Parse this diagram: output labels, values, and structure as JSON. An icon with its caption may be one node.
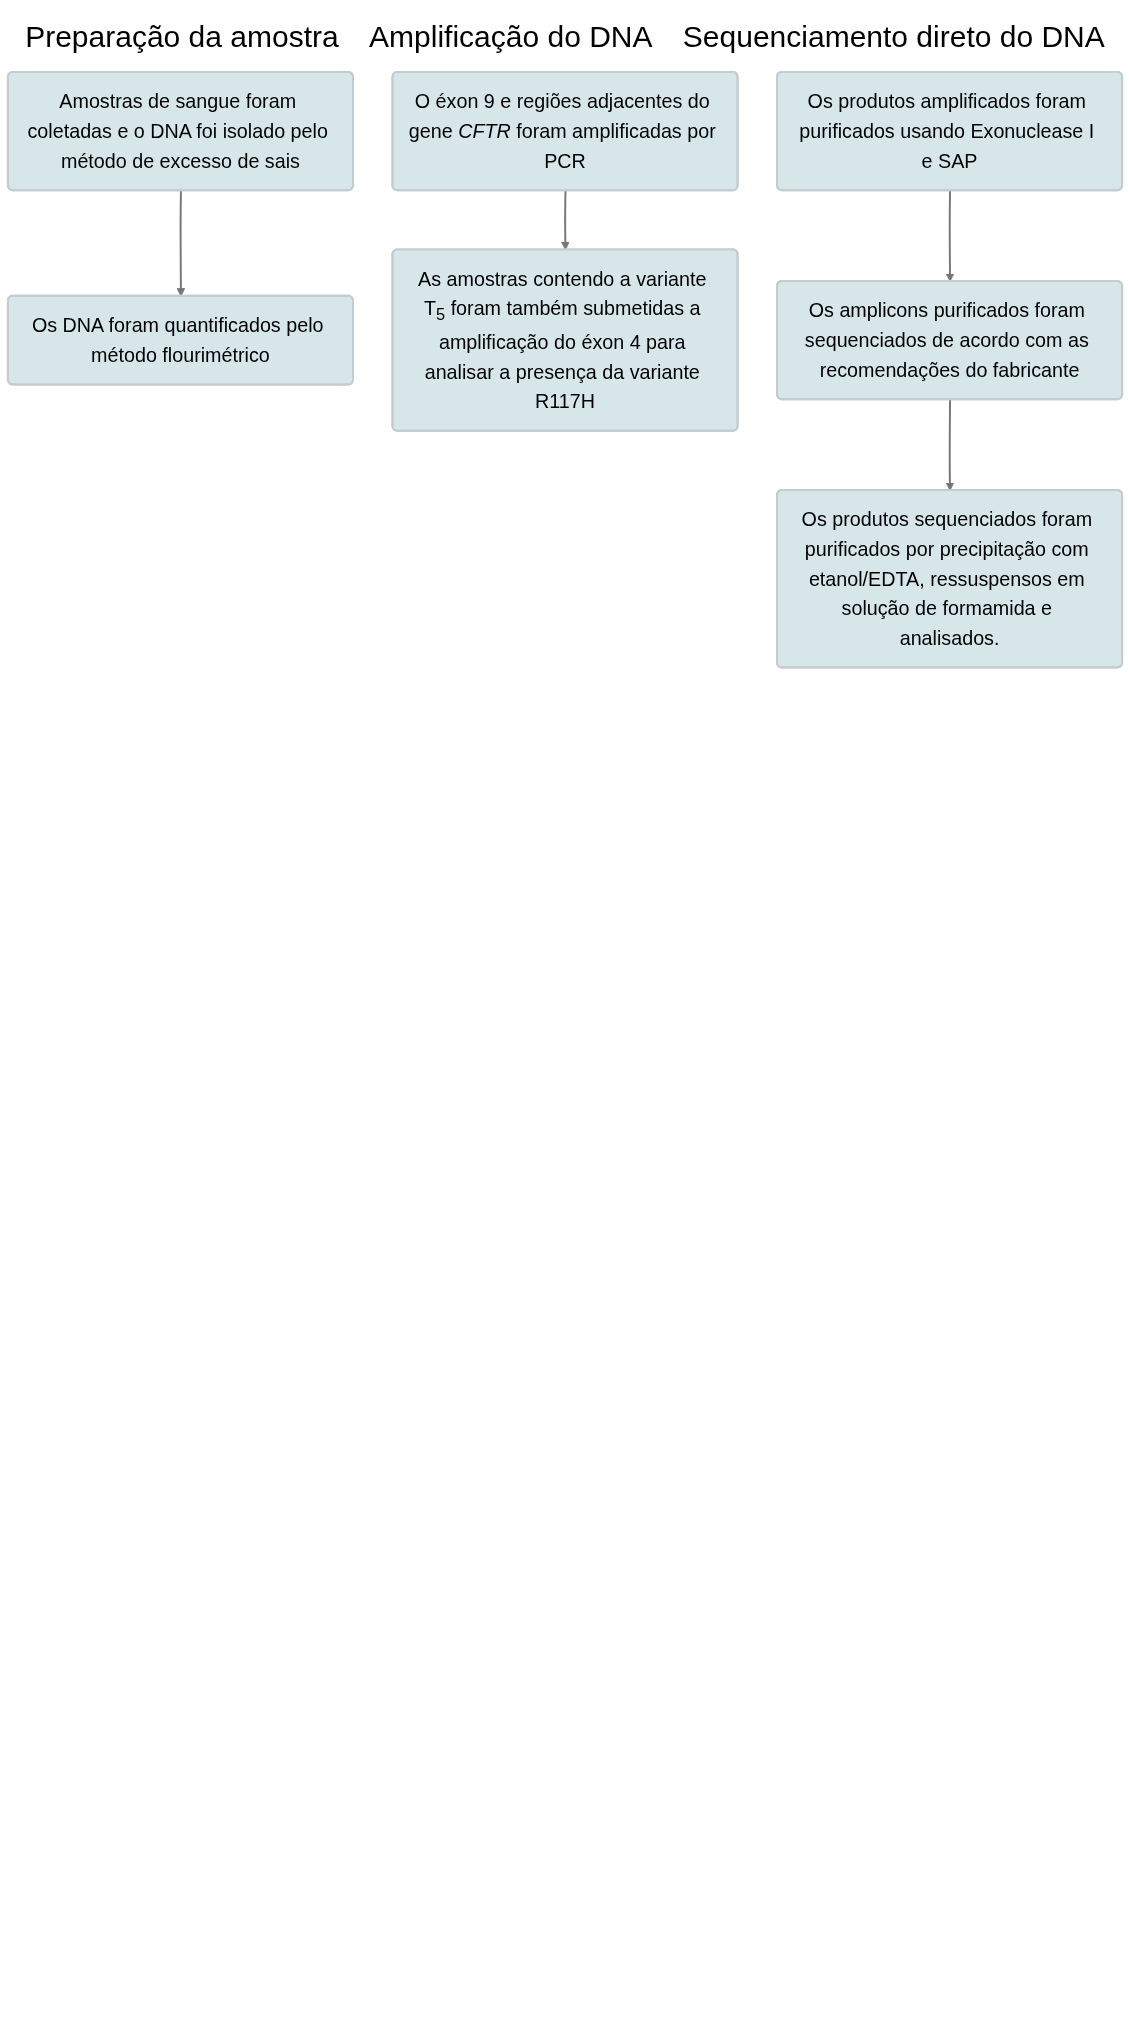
{
  "diagram": {
    "nodes": [
      {
        "text": [
          "Amostras de sangue foram coletadas e o DNA foi isolado pelo método de excesso de sais"
        ]
      },
      {
        "text": [
          "Os DNA foram quantificados pelo método flourimétrico"
        ]
      },
      {
        "text": [
          "O éxon 9 e regiões adjacentes do gene *CFTR* foram amplificadas por PCR"
        ]
      },
      {
        "text": [
          "As amostras contendo a variante T$_{5}$ foram também submetidas a amplificação do éxon 4 para analisar a presença da variante R117H"
        ]
      },
      {
        "text": [
          "Os produtos amplificados foram purificados usando Exonuclease I e SAP"
        ]
      },
      {
        "text": [
          "Os amplicons purificados foram sequenciados de acordo com as recomendações do fabricante"
        ]
      },
      {
        "text": [
          "Os produtos sequenciados foram purificados por precipitação com etanol/EDTA, ressuspensos em solução de formamida e analisados."
        ]
      }
    ],
    "edges": [
      {
        "from": 0,
        "to": 1,
        "arrow": "to"
      },
      {
        "from": 2,
        "to": 3,
        "arrow": "to"
      },
      {
        "from": 4,
        "to": 5,
        "arrow": "to"
      },
      {
        "from": 5,
        "to": 6,
        "arrow": "to"
      }
    ],
    "labels": [
      "Preparação da amostra",
      "Amplificação do DNA",
      "Sequenciamento direto do DNA"
    ]
  }
}
